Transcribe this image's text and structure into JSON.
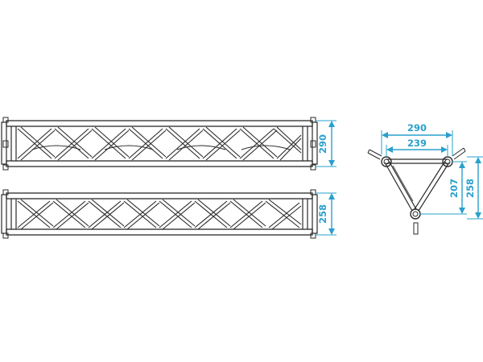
{
  "colors": {
    "line": "#2a2a2a",
    "dimension": "#2aa0cc",
    "background": "#ffffff"
  },
  "dimensions": {
    "side_view_height": "290",
    "top_view_height": "258",
    "section_top_outer": "290",
    "section_top_inner": "239",
    "section_height_inner": "207",
    "section_height_outer": "258"
  }
}
